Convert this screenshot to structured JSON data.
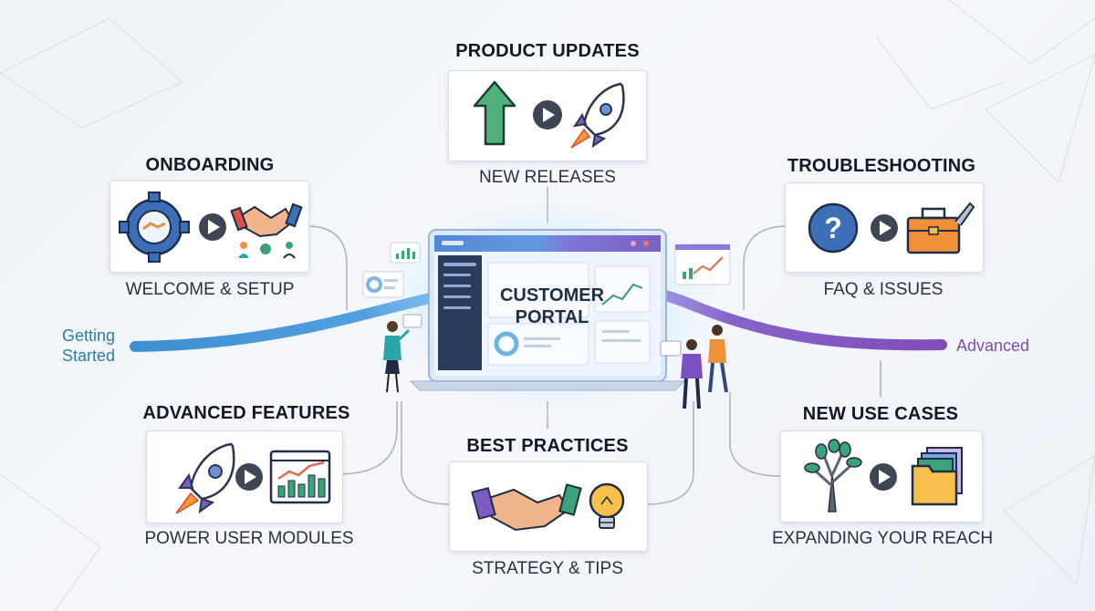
{
  "center": {
    "title": "CUSTOMER PORTAL"
  },
  "axis": {
    "start_label": "Getting Started",
    "end_label": "Advanced"
  },
  "modules": {
    "product_updates": {
      "title": "PRODUCT UPDATES",
      "caption": "NEW RELEASES"
    },
    "onboarding": {
      "title": "ONBOARDING",
      "caption": "WELCOME & SETUP"
    },
    "troubleshooting": {
      "title": "TROUBLESHOOTING",
      "caption": "FAQ & ISSUES"
    },
    "advanced_features": {
      "title": "ADVANCED FEATURES",
      "caption": "POWER USER MODULES"
    },
    "best_practices": {
      "title": "BEST PRACTICES",
      "caption": "STRATEGY & TIPS"
    },
    "new_use_cases": {
      "title": "NEW USE CASES",
      "caption": "EXPANDING YOUR REACH"
    }
  },
  "colors": {
    "start": "#2e7fbf",
    "end": "#7a4fb0",
    "accent": "#3b6fd6"
  }
}
